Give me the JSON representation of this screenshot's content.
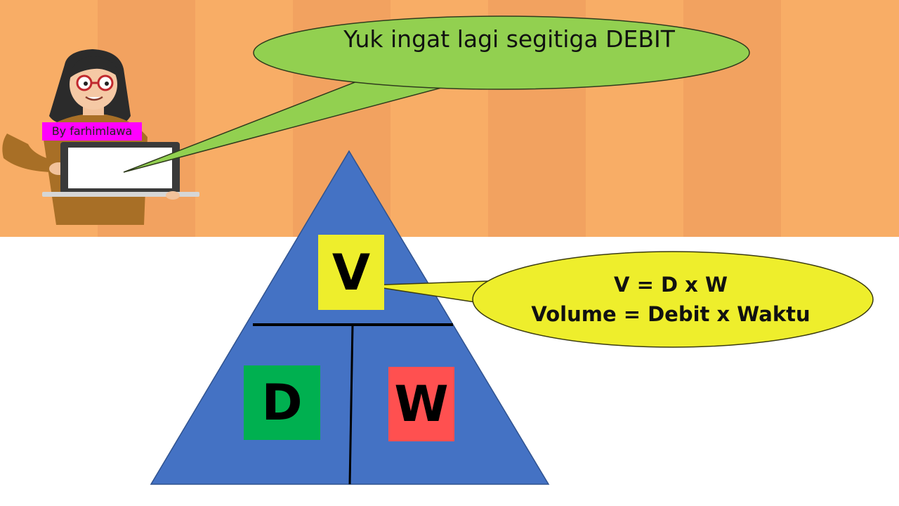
{
  "slide": {
    "speech_bubble_top": "Yuk ingat lagi segitiga DEBIT",
    "author_tag": "By farhimlawa",
    "formula_short": "V = D x W",
    "formula_long": "Volume = Debit x Waktu"
  },
  "triangle": {
    "top_letter": "V",
    "bottom_left_letter": "D",
    "bottom_right_letter": "W"
  },
  "colors": {
    "background_stripe_light": "#f8ad66",
    "background_stripe_dark": "#f2a260",
    "triangle_fill": "#4472c4",
    "speech_bubble_green": "#92d050",
    "speech_bubble_yellow": "#eeee2c",
    "box_v": "#eeee2c",
    "box_d": "#00b050",
    "box_w": "#ff5050",
    "author_tag_bg": "#ff00ff"
  }
}
